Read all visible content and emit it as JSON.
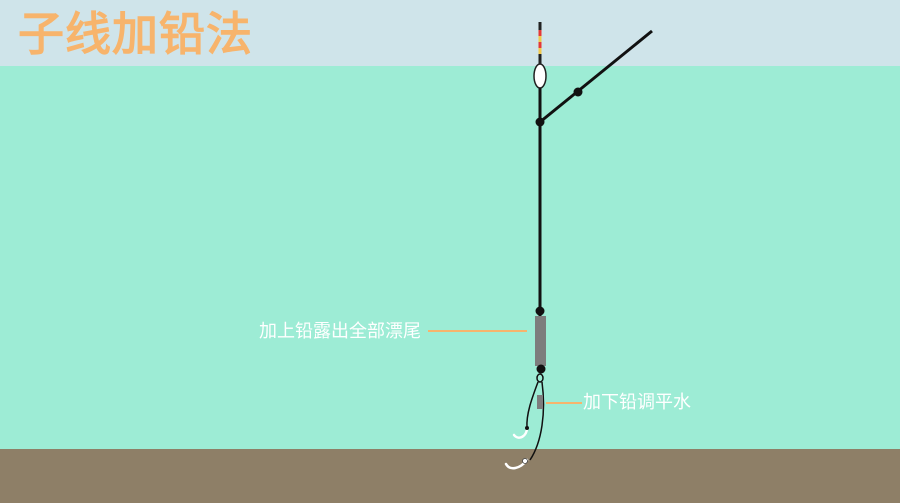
{
  "title": "子线加铅法",
  "labels": {
    "upper_sinker": "加上铅露出全部漂尾",
    "lower_sinker": "加下铅调平水"
  },
  "colors": {
    "sky": "#cfe4ea",
    "water": "#9decd5",
    "ground": "#8e7f67",
    "title": "#f7b46c",
    "leader_line": "#f7b46c",
    "sinker": "#7d7d7d",
    "line": "#111111"
  }
}
